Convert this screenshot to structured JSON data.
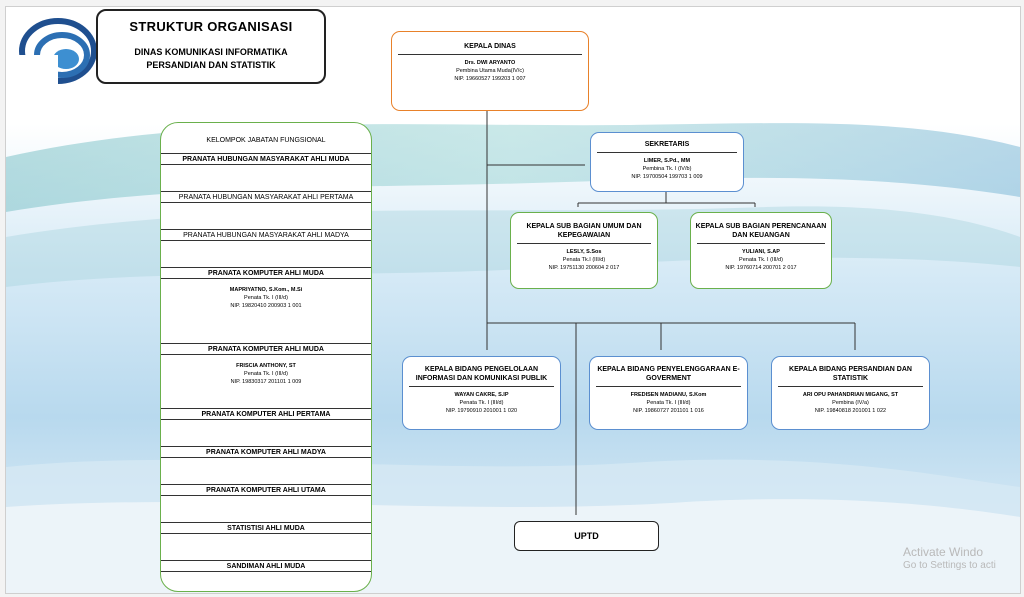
{
  "title": {
    "main": "STRUKTUR ORGANISASI",
    "sub1": "DINAS KOMUNIKASI INFORMATIKA",
    "sub2": "PERSANDIAN DAN STATISTIK"
  },
  "colors": {
    "orange_border": "#e8812a",
    "blue_border": "#5b8fd0",
    "green_border": "#6ab04c",
    "logo_blue": "#1f4f8f"
  },
  "kepala_dinas": {
    "title": "KEPALA DINAS",
    "name": "Drs. DWI ARYANTO",
    "rank": "Pembina Utama Muda(IV/c)",
    "nip": "NIP. 19660527 199203 1 007"
  },
  "sekretaris": {
    "title": "SEKRETARIS",
    "name": "LIMER, S.Pd., MM",
    "rank": "Pembina Tk. I (IV/b)",
    "nip": "NIP. 19700504 199703 1 009"
  },
  "subbag_umum": {
    "title": "KEPALA SUB BAGIAN UMUM DAN KEPEGAWAIAN",
    "name": "LESLY, S.Sos",
    "rank": "Penata Tk.I (III/d)",
    "nip": "NIP. 19751130 200604 2 017"
  },
  "subbag_perencanaan": {
    "title": "KEPALA SUB BAGIAN PERENCANAAN DAN KEUANGAN",
    "name": "YULIANI, S.AP",
    "rank": "Penata Tk. I (III/d)",
    "nip": "NIP. 19760714 200701 2 017"
  },
  "bidang": [
    {
      "title": "KEPALA BIDANG PENGELOLAAN INFORMASI DAN KOMUNIKASI PUBLIK",
      "name": "WAYAN CAKRE, S.IP",
      "rank": "Penata Tk. I (III/d)",
      "nip": "NIP. 19790910 201001 1 020"
    },
    {
      "title": "KEPALA BIDANG PENYELENGGARAAN E-GOVERMENT",
      "name": "FREDISEN MADIANU, S.Kom",
      "rank": "Penata Tk. I (III/d)",
      "nip": "NIP. 19860727 201101 1 016"
    },
    {
      "title": "KEPALA BIDANG PERSANDIAN DAN STATISTIK",
      "name": "ARI OPU PAHANDRIAN MIGANG, ST",
      "rank": "Pembina (IV/a)",
      "nip": "NIP. 19840818 201001 1 022"
    }
  ],
  "uptd": {
    "title": "UPTD"
  },
  "fungsional": {
    "header": "KELOMPOK JABATAN FUNGSIONAL",
    "items": [
      {
        "label": "PRANATA HUBUNGAN MASYARAKAT AHLI MUDA"
      },
      {
        "label": "PRANATA HUBUNGAN MASYARAKAT AHLI PERTAMA"
      },
      {
        "label": "PRANATA HUBUNGAN MASYARAKAT AHLI MADYA"
      },
      {
        "label": "PRANATA KOMPUTER AHLI MUDA",
        "name": "MAPRIYATNO, S.Kom., M.Si",
        "rank": "Penata Tk. I (III/d)",
        "nip": "NIP. 19820410 200903 1 001"
      },
      {
        "label": "PRANATA KOMPUTER AHLI MUDA",
        "name": "FRISCIA ANTHONY, ST",
        "rank": "Penata Tk. I (III/d)",
        "nip": "NIP. 19830317 201101 1 009"
      },
      {
        "label": "PRANATA KOMPUTER AHLI PERTAMA"
      },
      {
        "label": "PRANATA KOMPUTER AHLI MADYA"
      },
      {
        "label": "PRANATA KOMPUTER AHLI UTAMA"
      },
      {
        "label": "STATISTISI AHLI MUDA"
      },
      {
        "label": "SANDIMAN AHLI MUDA"
      }
    ]
  },
  "watermark": {
    "line1": "Activate Windo",
    "line2": "Go to Settings to acti"
  }
}
